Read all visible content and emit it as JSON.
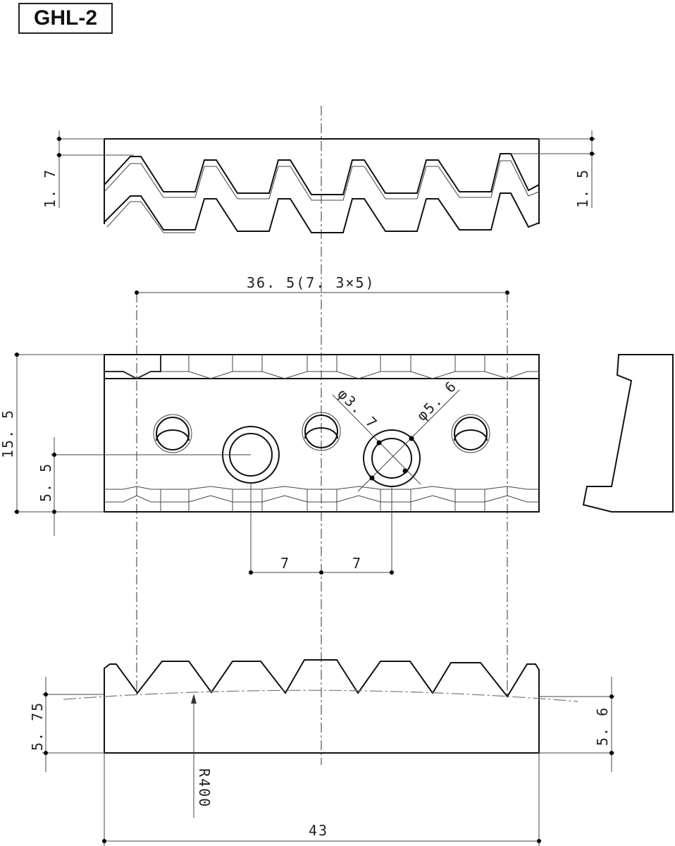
{
  "title": "GHL-2",
  "dimensions": {
    "top_left_thickness": "1. 7",
    "top_right_thickness": "1. 5",
    "pitch_span": "36. 5(7. 3×5)",
    "height": "15. 5",
    "hole_height": "5. 5",
    "hole_dia_small": "φ3. 7",
    "hole_dia_large": "φ5. 6",
    "offset_left": "7",
    "offset_right": "7",
    "left_height": "5. 75",
    "right_height": "5. 6",
    "radius": "R400",
    "width": "43"
  }
}
